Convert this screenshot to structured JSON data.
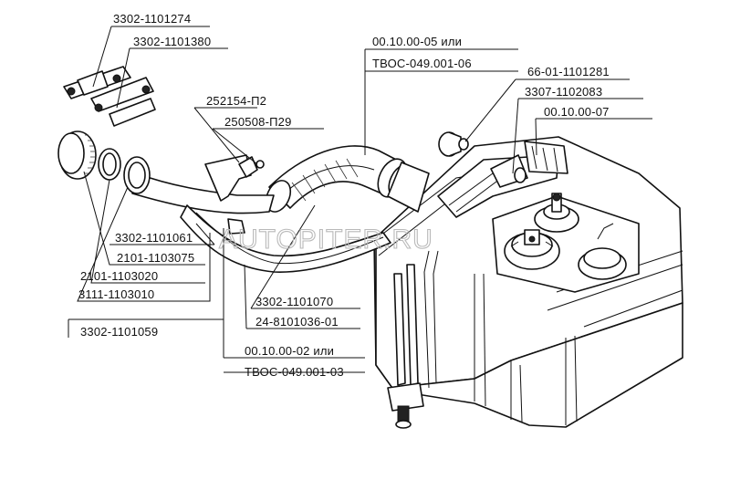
{
  "watermark": "AUTOPITER.RU",
  "labels": {
    "p1": "3302-1101274",
    "p2": "3302-1101380",
    "p3": "252154-П2",
    "p4": "250508-П29",
    "p5a": "00.10.00-05 или",
    "p5b": "ТВОС-049.001-06",
    "p6": "66-01-1101281",
    "p7": "3307-1102083",
    "p8": "00.10.00-07",
    "p9": "3302-1101061",
    "p10": "2101-1103075",
    "p11": "2101-1103020",
    "p12": "3111-1103010",
    "p13": "3302-1101059",
    "p14": "3302-1101070",
    "p15": "24-8101036-01",
    "p16a": "00.10.00-02 или",
    "p16b": "ТВОС-049.001-03"
  }
}
